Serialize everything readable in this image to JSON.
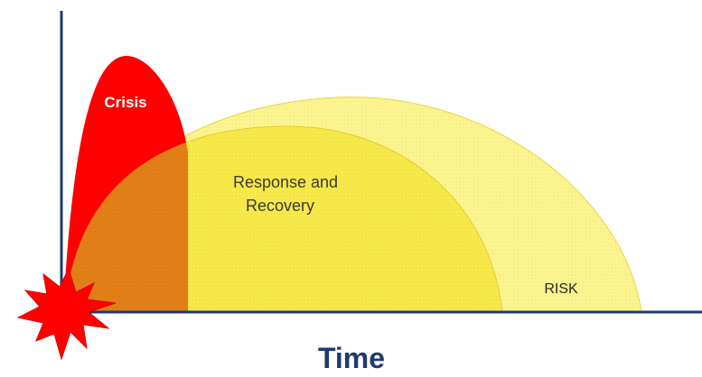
{
  "labels": {
    "crisis": "Crisis",
    "response_line1": "Response and",
    "response_line2": "Recovery",
    "risk": "RISK",
    "x_axis": "Time"
  },
  "colors": {
    "axis": "#1f3a6e",
    "crisis_fill": "#ff0000",
    "overlap_fill": "#e08a18",
    "response_fill": "#f7e843",
    "risk_fill": "#fbf27a",
    "explosion_fill": "#ff0000",
    "time_label": "#1f3a6e"
  },
  "icons": {
    "explosion": "burst-star-icon"
  }
}
